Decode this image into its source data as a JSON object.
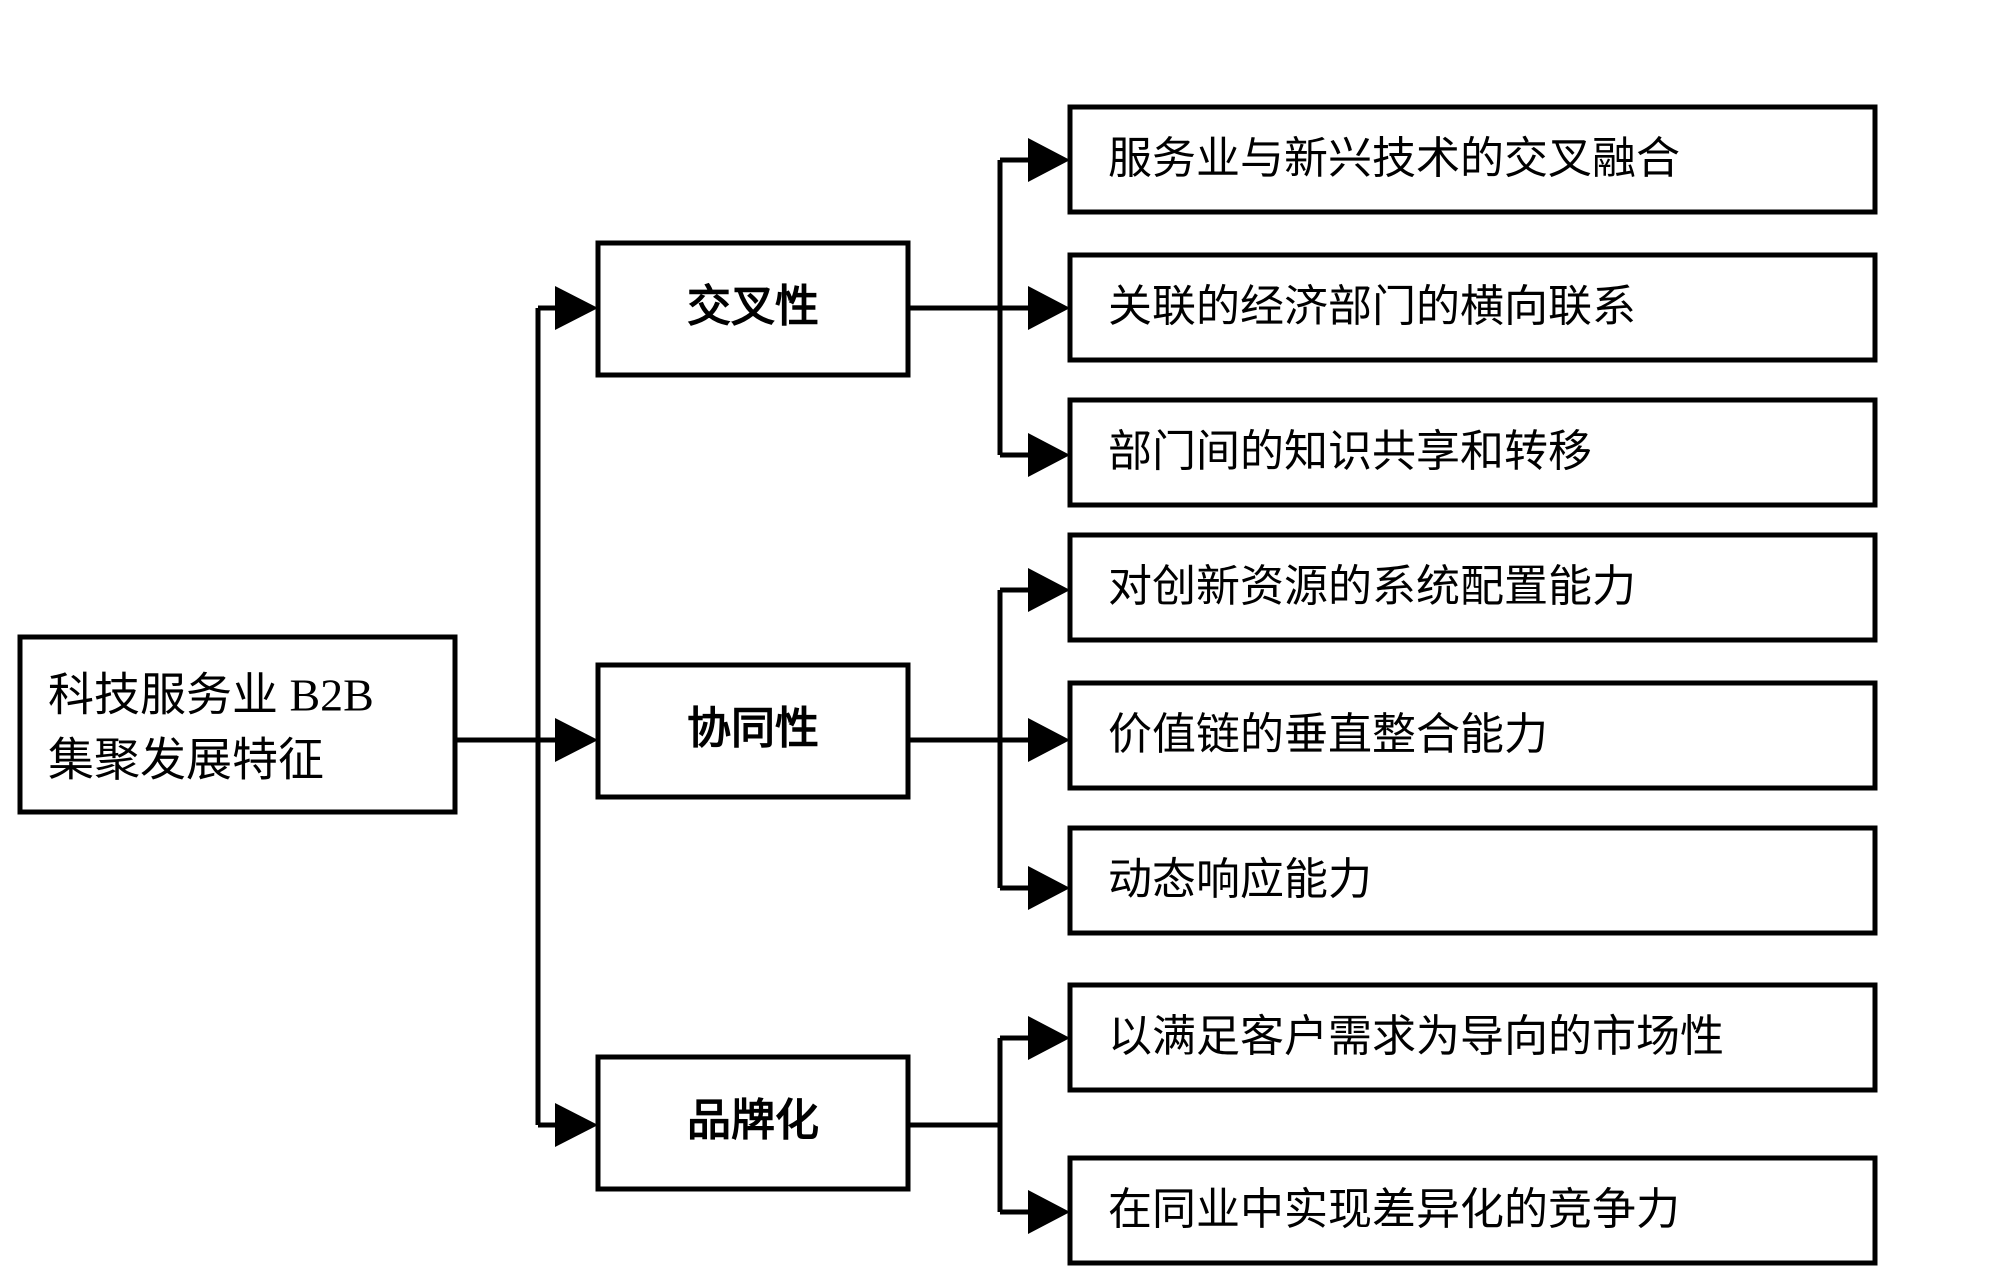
{
  "diagram": {
    "title_node": {
      "id": "root",
      "lines": [
        "科技服务业  B2B",
        "集聚发展特征"
      ]
    },
    "branches": [
      {
        "id": "branch-crossover",
        "label": "交叉性",
        "leaves": [
          {
            "id": "leaf-1-1",
            "label": "服务业与新兴技术的交叉融合"
          },
          {
            "id": "leaf-1-2",
            "label": "关联的经济部门的横向联系"
          },
          {
            "id": "leaf-1-3",
            "label": "部门间的知识共享和转移"
          }
        ]
      },
      {
        "id": "branch-synergy",
        "label": "协同性",
        "leaves": [
          {
            "id": "leaf-2-1",
            "label": "对创新资源的系统配置能力"
          },
          {
            "id": "leaf-2-2",
            "label": "价值链的垂直整合能力"
          },
          {
            "id": "leaf-2-3",
            "label": "动态响应能力"
          }
        ]
      },
      {
        "id": "branch-branding",
        "label": "品牌化",
        "leaves": [
          {
            "id": "leaf-3-1",
            "label": "以满足客户需求为导向的市场性"
          },
          {
            "id": "leaf-3-2",
            "label": "在同业中实现差异化的竞争力"
          }
        ]
      }
    ],
    "colors": {
      "stroke": "#000000",
      "fill": "#ffffff",
      "text": "#000000"
    }
  }
}
